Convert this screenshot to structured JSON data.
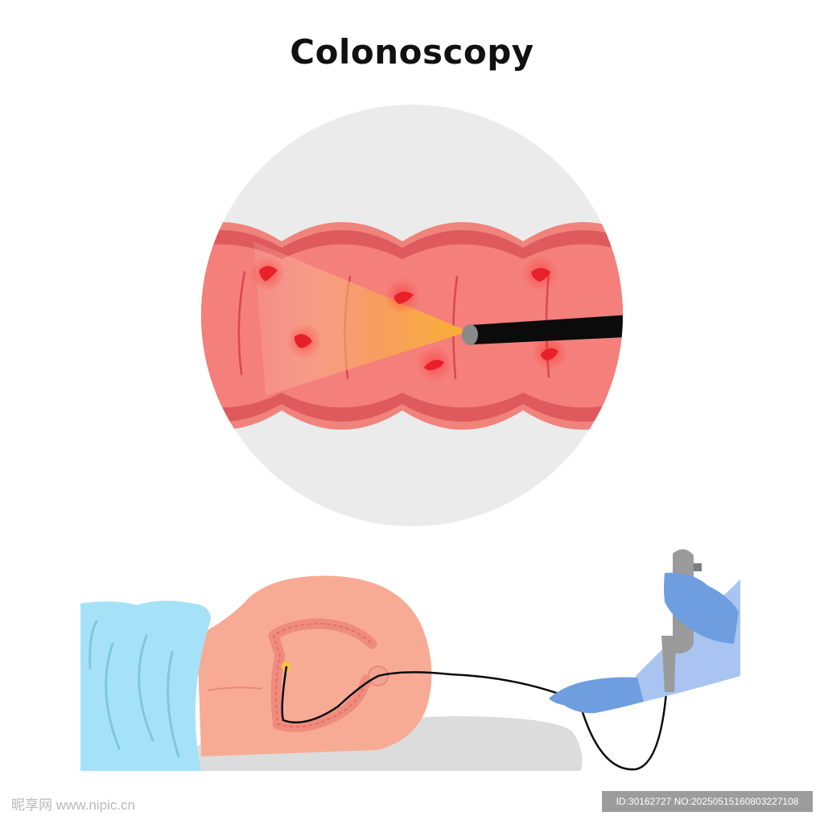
{
  "title": "Colonoscopy",
  "colors": {
    "zoom_circle": "#ebebeb",
    "colon_inner": "#f47f7b",
    "colon_wall": "#e05a5c",
    "colon_outer": "#f28c83",
    "lesion": "#e8202a",
    "scope_light": "#f7b13a",
    "scope_tube": "#0b0b0b",
    "skin": "#f7ab95",
    "sheet": "#a6e2f7",
    "glove": "#6f9ee0",
    "sleeve": "#a9c4f0",
    "table": "#dcdcdc",
    "handle": "#9b9b9b"
  },
  "illustration": {
    "zoom_view": "colon-interior",
    "patient_view": "patient-with-colonoscope",
    "lesion_count": 6
  },
  "watermark": {
    "left": "昵享网 www.nipic.cn",
    "right": "ID:30162727 NO:20250515160803227108"
  }
}
